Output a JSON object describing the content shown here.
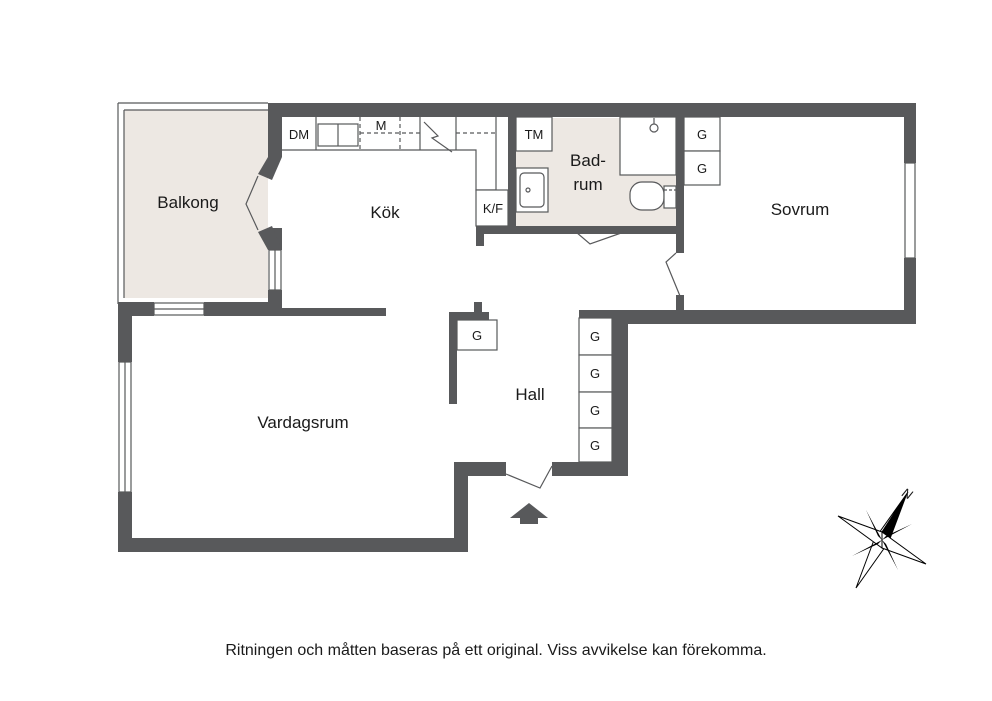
{
  "rooms": {
    "balkong": "Balkong",
    "kok": "Kök",
    "badrum_line1": "Bad-",
    "badrum_line2": "rum",
    "sovrum": "Sovrum",
    "vardagsrum": "Vardagsrum",
    "hall": "Hall"
  },
  "fixtures": {
    "dm": "DM",
    "m": "M",
    "kf": "K/F",
    "tm": "TM",
    "g": "G"
  },
  "compass": {
    "north": "N"
  },
  "caption": "Ritningen och måtten baseras på ett original. Viss avvikelse kan förekomma.",
  "colors": {
    "wall": "#58595b",
    "wet_area": "#ede8e3",
    "balcony": "#ede8e3"
  }
}
